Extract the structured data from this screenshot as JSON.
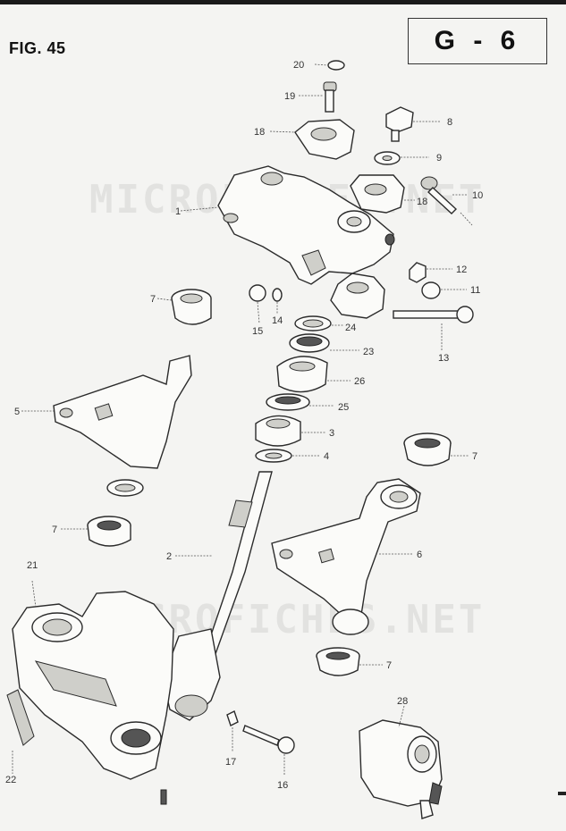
{
  "figure": {
    "label": "FIG. 45",
    "code": "G - 6"
  },
  "watermark": {
    "text_top": "MICROFICHES.NET",
    "text_bottom": "MICROFICHES.NET"
  },
  "callouts": {
    "c1": "1",
    "c2": "2",
    "c3": "3",
    "c4": "4",
    "c5": "5",
    "c6": "6",
    "c7a": "7",
    "c7b": "7",
    "c7c": "7",
    "c7d": "7",
    "c8": "8",
    "c9": "9",
    "c10": "10",
    "c11": "11",
    "c12": "12",
    "c13": "13",
    "c14": "14",
    "c15": "15",
    "c16": "16",
    "c17": "17",
    "c18a": "18",
    "c18b": "18",
    "c19": "19",
    "c20": "20",
    "c21": "21",
    "c22": "22",
    "c23": "23",
    "c24": "24",
    "c25": "25",
    "c26": "26",
    "c28": "28"
  }
}
